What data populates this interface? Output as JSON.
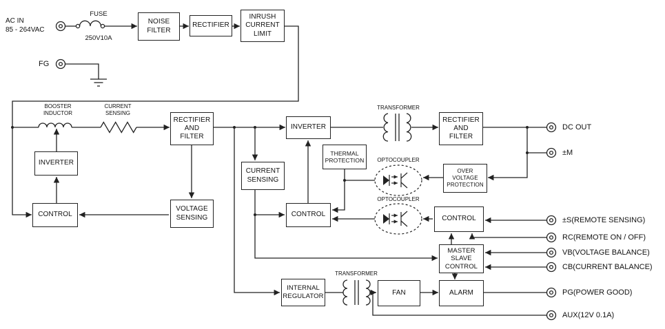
{
  "colors": {
    "line": "#222222",
    "box_border": "#222222",
    "background": "#ffffff",
    "text": "#111111"
  },
  "input": {
    "ac_in_label": "AC IN\n85 - 264VAC",
    "fuse_label": "FUSE",
    "fuse_rating": "250V10A",
    "fg_label": "FG"
  },
  "labels": {
    "booster_inductor": "BOOSTER\nINDUCTOR",
    "current_sensing": "CURRENT\nSENSING",
    "transformer_main": "TRANSFORMER",
    "transformer_aux": "TRANSFORMER",
    "optocoupler_top": "OPTOCOUPLER",
    "optocoupler_bottom": "OPTOCOUPLER"
  },
  "boxes": {
    "noise_filter": "NOISE\nFILTER",
    "rectifier_input": "RECTIFIER",
    "inrush_current_limit": "INRUSH\nCURRENT\nLIMIT",
    "rectifier_filter_pfc": "RECTIFIER\nAND\nFILTER",
    "inverter_pfc": "INVERTER",
    "control_pfc": "CONTROL",
    "voltage_sensing": "VOLTAGE\nSENSING",
    "current_sensing": "CURRENT\nSENSING",
    "inverter_main": "INVERTER",
    "thermal_protection": "THERMAL\nPROTECTION",
    "control_main": "CONTROL",
    "rectifier_filter_output": "RECTIFIER\nAND\nFILTER",
    "over_voltage_protection": "OVER VOLTAGE\nPROTECTION",
    "control_output": "CONTROL",
    "master_slave_control": "MASTER\nSLAVE\nCONTROL",
    "internal_regulator": "INTERNAL\nREGULATOR",
    "fan": "FAN",
    "alarm": "ALARM"
  },
  "outputs": {
    "dc_out": "DC OUT",
    "m": "±M",
    "remote_sensing": "±S(REMOTE SENSING)",
    "remote_on_off": "RC(REMOTE ON / OFF)",
    "voltage_balance": "VB(VOLTAGE BALANCE)",
    "current_balance": "CB(CURRENT BALANCE)",
    "power_good": "PG(POWER GOOD)",
    "aux": "AUX(12V 0.1A)"
  }
}
